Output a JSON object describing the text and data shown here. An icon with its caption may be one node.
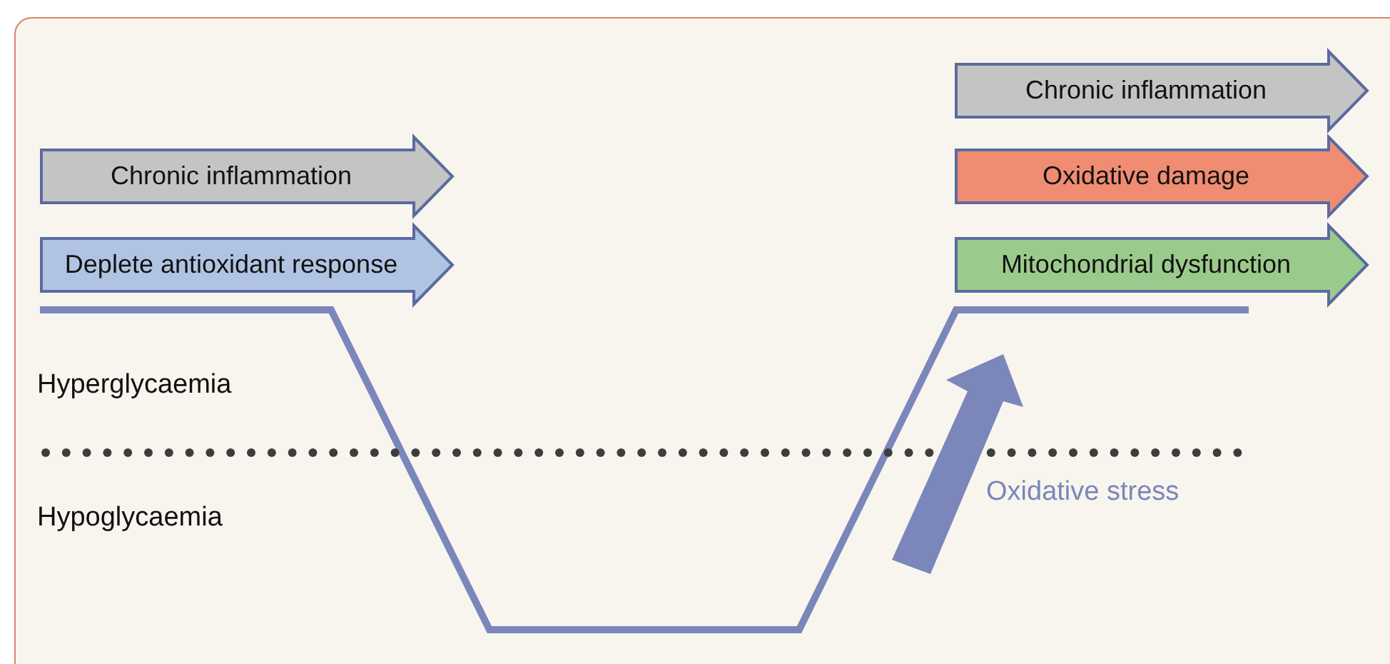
{
  "diagram": {
    "nodes": [
      {
        "text": [
          "Chronic inflammation"
        ]
      },
      {
        "text": [
          "Oxidative damage"
        ]
      },
      {
        "text": [
          "Chronic inflammation"
        ]
      },
      {
        "text": [
          "Deplete antioxidant response"
        ]
      },
      {
        "text": [
          "Mitochondrial dysfunction"
        ]
      }
    ],
    "labels": [
      "Hyperglycaemia",
      "Hypoglycaemia",
      "Oxidative stress"
    ]
  }
}
